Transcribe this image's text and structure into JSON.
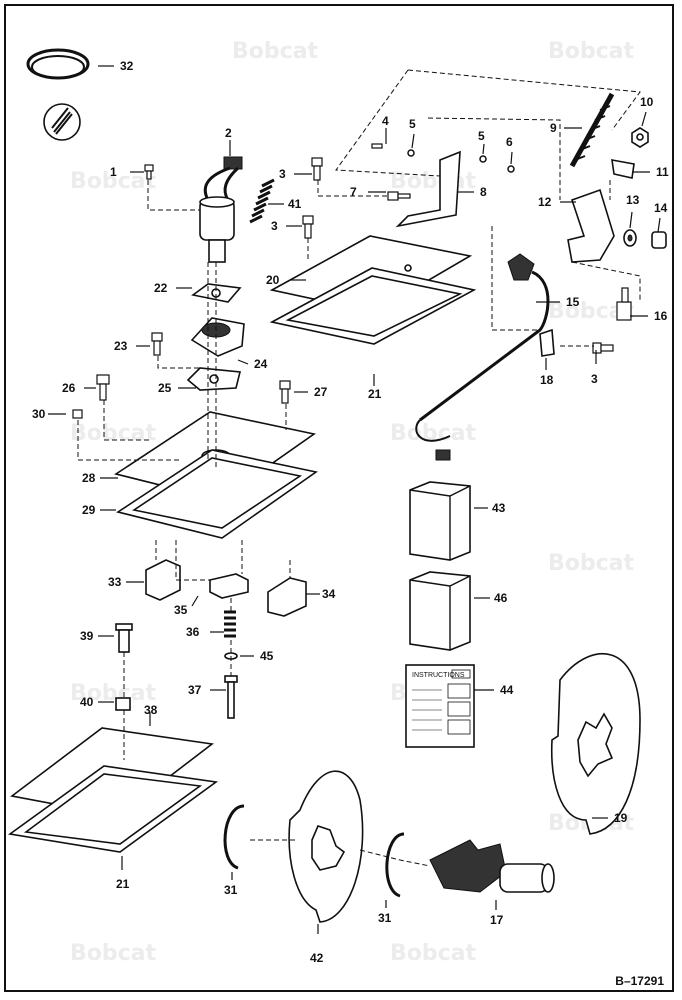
{
  "watermark": "Bobcat",
  "drawing_number": "B–17291",
  "instruction_label": "INSTRUCTIONS",
  "callouts": [
    "1",
    "2",
    "3",
    "3",
    "3",
    "4",
    "5",
    "5",
    "6",
    "7",
    "8",
    "9",
    "10",
    "11",
    "12",
    "13",
    "14",
    "15",
    "16",
    "17",
    "18",
    "19",
    "20",
    "21",
    "21",
    "22",
    "23",
    "24",
    "25",
    "26",
    "27",
    "28",
    "29",
    "30",
    "31",
    "31",
    "32",
    "33",
    "34",
    "35",
    "36",
    "37",
    "38",
    "39",
    "40",
    "41",
    "42",
    "43",
    "44",
    "45",
    "46"
  ]
}
